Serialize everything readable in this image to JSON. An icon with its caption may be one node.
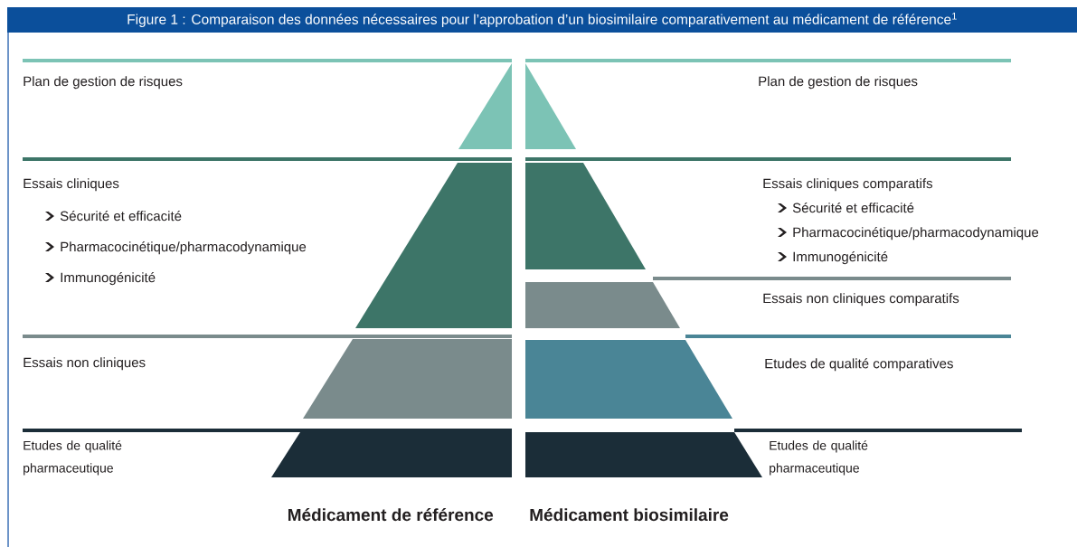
{
  "diagram": {
    "title": "Figure 1 : Comparaison des données nécessaires pour l’approbation d’un biosimilaire comparativement au médicament de référence$^{1}$",
    "nodes": [
      {
        "text": [
          "Plan de gestion de risques"
        ]
      },
      {
        "text": [
          "Essais cliniques",
          "Sécurité et efficacité",
          "Pharmacocinétique/pharmacodynamique",
          "Immunogénicité"
        ]
      },
      {
        "text": [
          "Essais non cliniques"
        ]
      },
      {
        "text": [
          "Etudes de qualité pharmaceutique"
        ]
      },
      {
        "text": [
          "Plan de gestion de risques"
        ]
      },
      {
        "text": [
          "Essais cliniques comparatifs",
          "Sécurité et efficacité",
          "Pharmacocinétique/pharmacodynamique",
          "Immunogénicité"
        ]
      },
      {
        "text": [
          "Essais non cliniques comparatifs"
        ]
      },
      {
        "text": [
          "Etudes de qualité comparatives"
        ]
      },
      {
        "text": [
          "Etudes de qualité pharmaceutique"
        ]
      }
    ],
    "labels": [
      "Médicament de référence",
      "Médicament biosimilaire"
    ]
  }
}
